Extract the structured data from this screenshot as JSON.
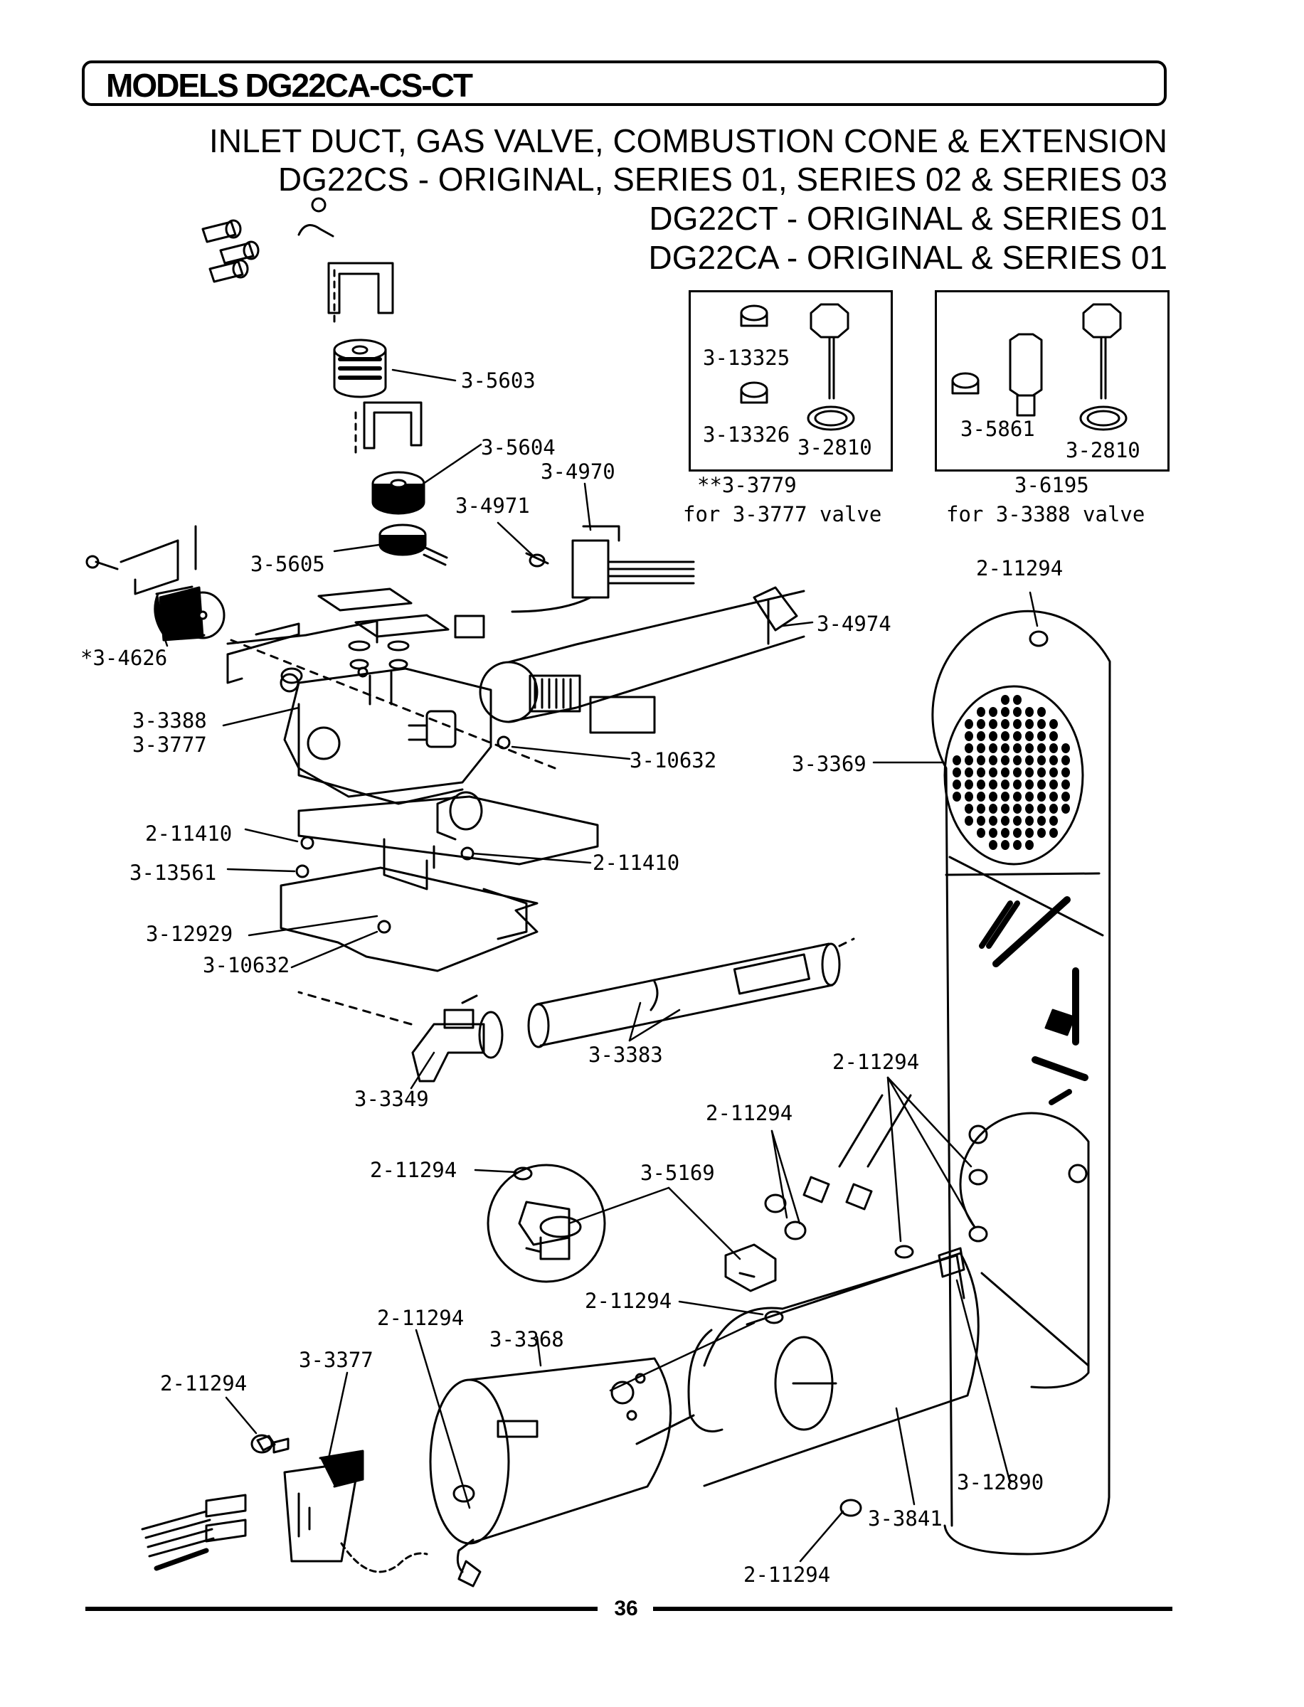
{
  "header": {
    "model_title": "MODELS DG22CA-CS-CT",
    "subtitle_lines": [
      "INLET DUCT, GAS VALVE, COMBUSTION CONE & EXTENSION",
      "DG22CS - ORIGINAL, SERIES 01, SERIES 02 & SERIES 03",
      "DG22CT - ORIGINAL & SERIES 01",
      "DG22CA - ORIGINAL & SERIES 01"
    ]
  },
  "insets": {
    "left": {
      "parts": [
        "3-13325",
        "3-13326",
        "3-2810"
      ],
      "kit": "**3-3779",
      "note": "for 3-3777 valve"
    },
    "right": {
      "parts": [
        "3-5861",
        "3-2810"
      ],
      "kit": "3-6195",
      "note": "for 3-3388 valve"
    }
  },
  "part_labels": {
    "p5603": "3-5603",
    "p5604": "3-5604",
    "p4970": "3-4970",
    "p4971": "3-4971",
    "p5605": "3-5605",
    "p4626": "*3-4626",
    "p4974": "3-4974",
    "p3388": "3-3388",
    "p3777": "3-3777",
    "p10632a": "3-10632",
    "p3369": "3-3369",
    "p11410a": "2-11410",
    "p13561": "3-13561",
    "p11410b": "2-11410",
    "p12929": "3-12929",
    "p10632b": "3-10632",
    "p3383": "3-3383",
    "p3349": "3-3349",
    "p11294_top": "2-11294",
    "p11294_a": "2-11294",
    "p11294_b": "2-11294",
    "p11294_c": "2-11294",
    "p5169": "3-5169",
    "p11294_d": "2-11294",
    "p11294_e": "2-11294",
    "p3368": "3-3368",
    "p3377": "3-3377",
    "p11294_f": "2-11294",
    "p12890": "3-12890",
    "p3841": "3-3841",
    "p11294_g": "2-11294"
  },
  "footer": {
    "page_number": "36"
  }
}
